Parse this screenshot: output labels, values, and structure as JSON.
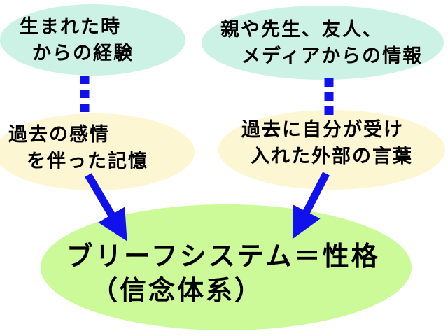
{
  "colors": {
    "cyan": "#ccf2e6",
    "yellow": "#fcf6d2",
    "green": "#ccfa99",
    "blue": "#1111ee"
  },
  "nodes": {
    "experience": {
      "line1": "生まれた時",
      "line2": "からの経験"
    },
    "information": {
      "line1": "親や先生、友人、",
      "line2": "メディアからの情報"
    },
    "memory": {
      "line1": "過去の感情",
      "line2": "を伴った記憶"
    },
    "words": {
      "line1": "過去に自分が受け",
      "line2": "入れた外部の言葉"
    },
    "belief": {
      "line1": "ブリーフシステム＝性格",
      "line2": "（信念体系）"
    }
  }
}
